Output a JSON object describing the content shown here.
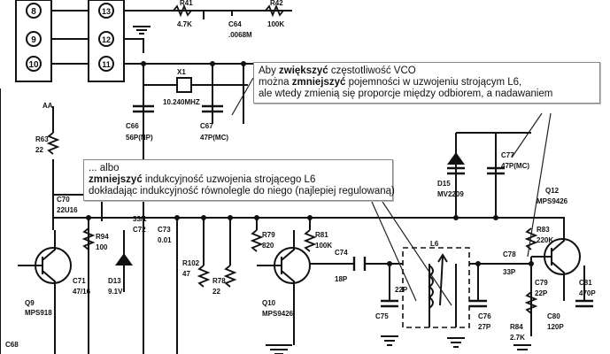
{
  "schematic": {
    "pins": [
      "8",
      "9",
      "10",
      "13",
      "12",
      "11"
    ],
    "components": {
      "r41": {
        "ref": "R41",
        "value": "4.7K"
      },
      "c64": {
        "ref": "C64",
        "value": ".0068M"
      },
      "r42": {
        "ref": "R42",
        "value": "100K"
      },
      "x1": {
        "ref": "X1",
        "value": "10.240MHZ"
      },
      "c66": {
        "ref": "C66",
        "value": "56P(NP)"
      },
      "c67": {
        "ref": "C67",
        "value": "47P(MC)"
      },
      "aa": {
        "ref": "AA"
      },
      "r63": {
        "ref": "R63",
        "value": "22"
      },
      "c70": {
        "ref": "C70",
        "value": "22U16"
      },
      "r94": {
        "ref": "R94",
        "value": "100"
      },
      "c72": {
        "ref": "C72",
        "value": "33/1"
      },
      "c73": {
        "ref": "C73",
        "value": "0.01"
      },
      "q9": {
        "ref": "Q9",
        "value": "MPS918"
      },
      "c71": {
        "ref": "C71",
        "value": "47/16"
      },
      "d13": {
        "ref": "D13",
        "value": "9.1V"
      },
      "r102": {
        "ref": "R102",
        "value": "47"
      },
      "r78": {
        "ref": "R78",
        "value": "22"
      },
      "r79": {
        "ref": "R79",
        "value": "820"
      },
      "r81": {
        "ref": "R81",
        "value": "100K"
      },
      "q10": {
        "ref": "Q10",
        "value": "MPS9426"
      },
      "c74": {
        "ref": "C74",
        "value": "18P"
      },
      "c75": {
        "ref": "C75",
        "value": "22P"
      },
      "l6": {
        "ref": "L6"
      },
      "c76": {
        "ref": "C76",
        "value": "27P"
      },
      "d15": {
        "ref": "D15",
        "value": "MV2209"
      },
      "c77": {
        "ref": "C77",
        "value": "47P(MC)"
      },
      "c78": {
        "ref": "C78",
        "value": "33P"
      },
      "r83": {
        "ref": "R83",
        "value": "220K"
      },
      "c79": {
        "ref": "C79",
        "value": "22P"
      },
      "r84": {
        "ref": "R84",
        "value": "2.7K"
      },
      "c80": {
        "ref": "C80",
        "value": "120P"
      },
      "q12": {
        "ref": "Q12",
        "value": "MPS9426"
      },
      "c81": {
        "ref": "C81",
        "value": "470P"
      },
      "c68": {
        "ref": "C68"
      }
    }
  },
  "notes": {
    "vco": {
      "l1_a": "Aby ",
      "l1_b": "zwiększyć",
      "l1_c": " częstotliwość VCO",
      "l2_a": "można ",
      "l2_b": "zmniejszyć",
      "l2_c": " pojemności w uzwojeniu strojącym L6,",
      "l3": "ale wtedy zmienią się proporcje między odbiorem, a nadawaniem"
    },
    "ind": {
      "l1": "... albo",
      "l2_a": "zmniejszyć",
      "l2_b": " indukcyjność uzwojenia strojącego L6",
      "l3": "dokładając indukcyjność równolegle do niego (najlepiej regulowaną)"
    }
  }
}
